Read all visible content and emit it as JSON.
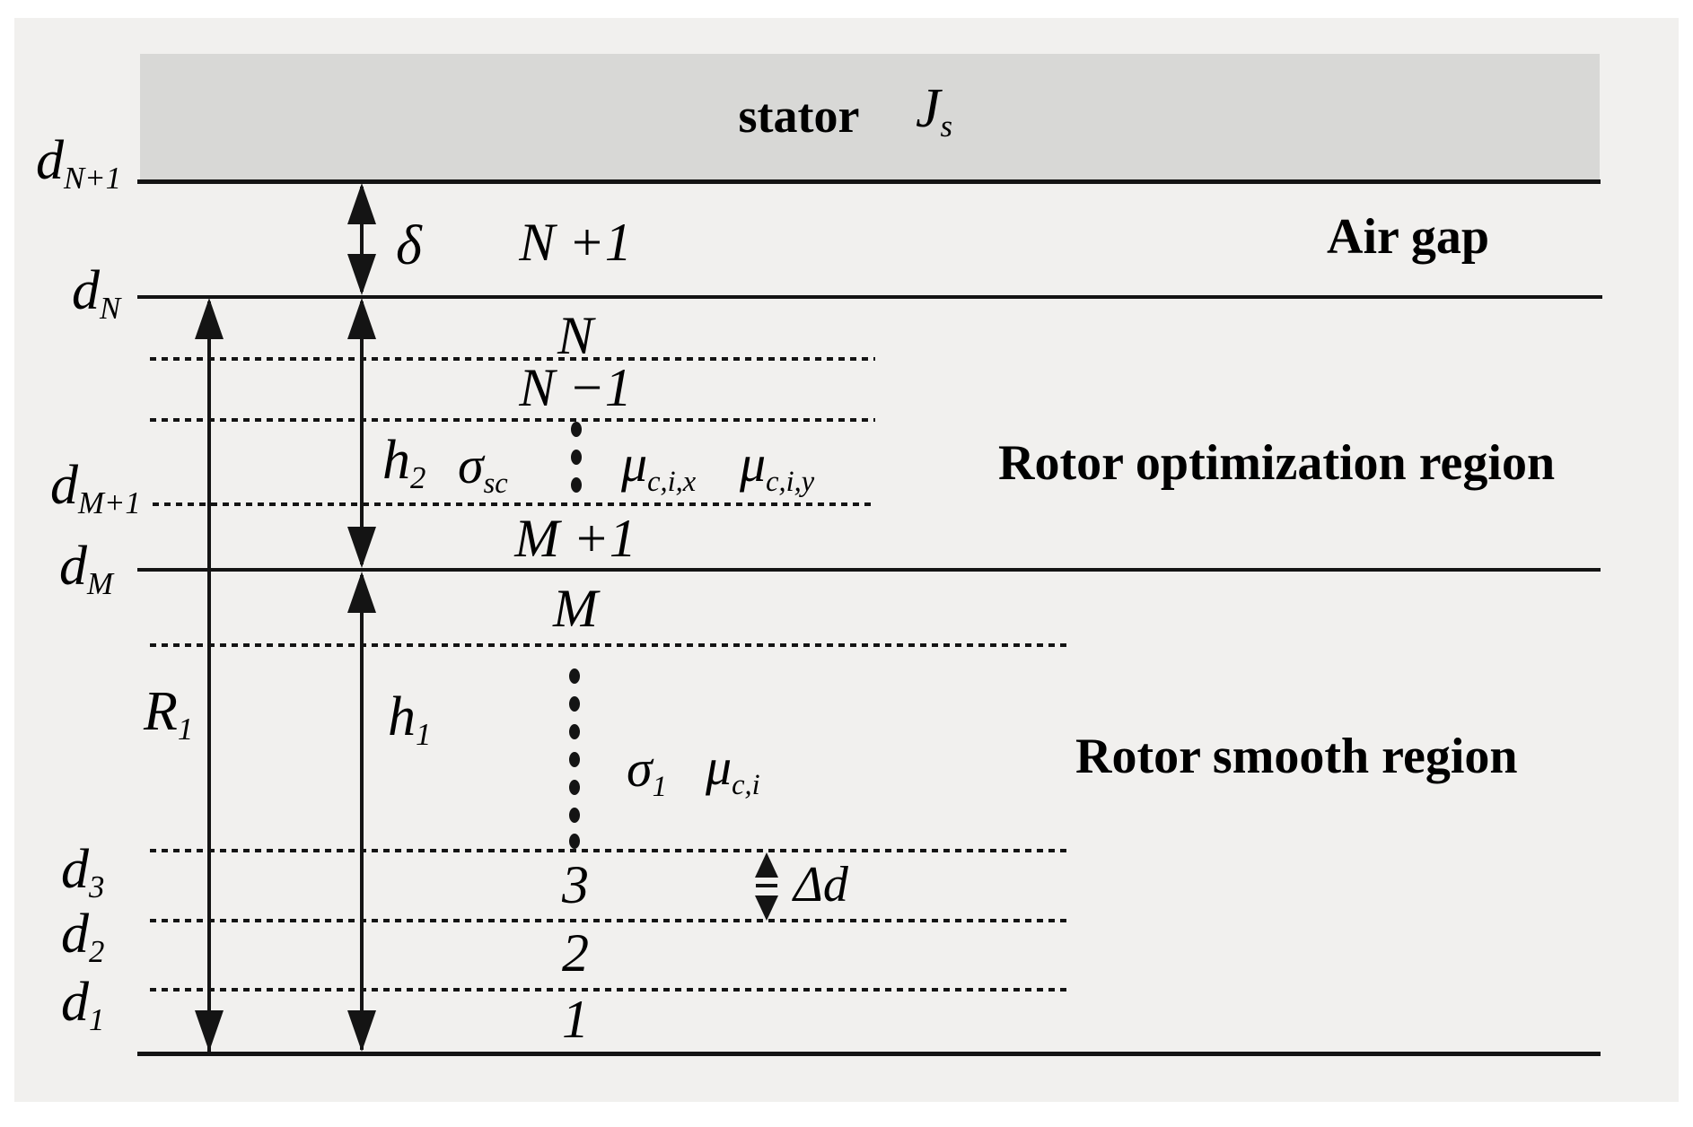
{
  "regions": {
    "stator": "stator",
    "air_gap": "Air gap",
    "rotor_optimization": "Rotor optimization region",
    "rotor_smooth": "Rotor smooth region"
  },
  "stator_current": {
    "main": "J",
    "sub": "s"
  },
  "boundaries": [
    {
      "main": "d",
      "sub": "N+1"
    },
    {
      "main": "d",
      "sub": "N"
    },
    {
      "main": "d",
      "sub": "M+1"
    },
    {
      "main": "d",
      "sub": "M"
    },
    {
      "main": "d",
      "sub": "3"
    },
    {
      "main": "d",
      "sub": "2"
    },
    {
      "main": "d",
      "sub": "1"
    }
  ],
  "layers": [
    "N +1",
    "N",
    "N −1",
    "M +1",
    "M",
    "3",
    "2",
    "1"
  ],
  "dims": {
    "delta": {
      "main": "δ"
    },
    "h2": {
      "main": "h",
      "sub": "2"
    },
    "h1": {
      "main": "h",
      "sub": "1"
    },
    "r1": {
      "main": "R",
      "sub": "1"
    },
    "delta_d": {
      "main": "Δd"
    }
  },
  "materials": {
    "sigma_sc": {
      "main": "σ",
      "sub": "sc"
    },
    "mu_cix": {
      "main": "μ",
      "sub": "c,i,x"
    },
    "mu_ciy": {
      "main": "μ",
      "sub": "c,i,y"
    },
    "sigma_1": {
      "main": "σ",
      "sub": "1"
    },
    "mu_ci": {
      "main": "μ",
      "sub": "c,i"
    }
  },
  "colors": {
    "canvas_bg": "#f1f0ee",
    "stator_fill": "#d8d8d6",
    "line": "#141414",
    "text": "#000000"
  }
}
